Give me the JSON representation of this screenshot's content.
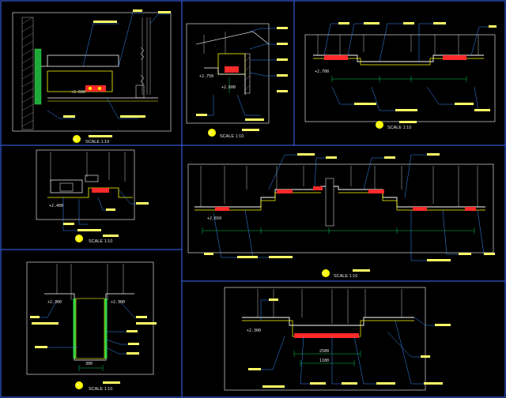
{
  "drawing": {
    "background": "#000000",
    "frame_color": "#3d6cff",
    "line_colors": {
      "structure": "#ffffff",
      "ceiling": "#ffff00",
      "hanger": "#c8c8c8",
      "dimension": "#00ff66",
      "fixture": "#ff2a2a",
      "wall_hatch": "#9a9a9a",
      "leader": "#3a8dff"
    },
    "panels": [
      {
        "id": "A",
        "scale": "SCALE 1:10",
        "labels": [
          "",
          "",
          ""
        ]
      },
      {
        "id": "B",
        "scale": "SCALE 1:10",
        "labels": [
          "",
          "",
          ""
        ]
      },
      {
        "id": "C",
        "scale": "SCALE 1:10",
        "labels": [
          "",
          "",
          ""
        ]
      },
      {
        "id": "D",
        "scale": "SCALE 1:10",
        "labels": [
          "",
          "",
          ""
        ]
      },
      {
        "id": "E",
        "scale": "SCALE 1:10",
        "labels": [
          "",
          "",
          ""
        ]
      },
      {
        "id": "F",
        "scale": "SCALE 1:10",
        "labels": [
          "",
          "",
          ""
        ]
      },
      {
        "id": "G",
        "scale": "",
        "labels": [
          "",
          "",
          ""
        ]
      }
    ],
    "level_marks": {
      "A": "+2.600",
      "B1": "+2.750",
      "B2": "+2.600",
      "C": "+2.700",
      "D": "+2.400",
      "E": "+2.650",
      "F1": "+2.300",
      "F2": "+2.300",
      "G": "+2.300"
    },
    "dimensions": {
      "G_span1": "2580",
      "G_span2": "1180",
      "F_bottom": "300"
    }
  }
}
